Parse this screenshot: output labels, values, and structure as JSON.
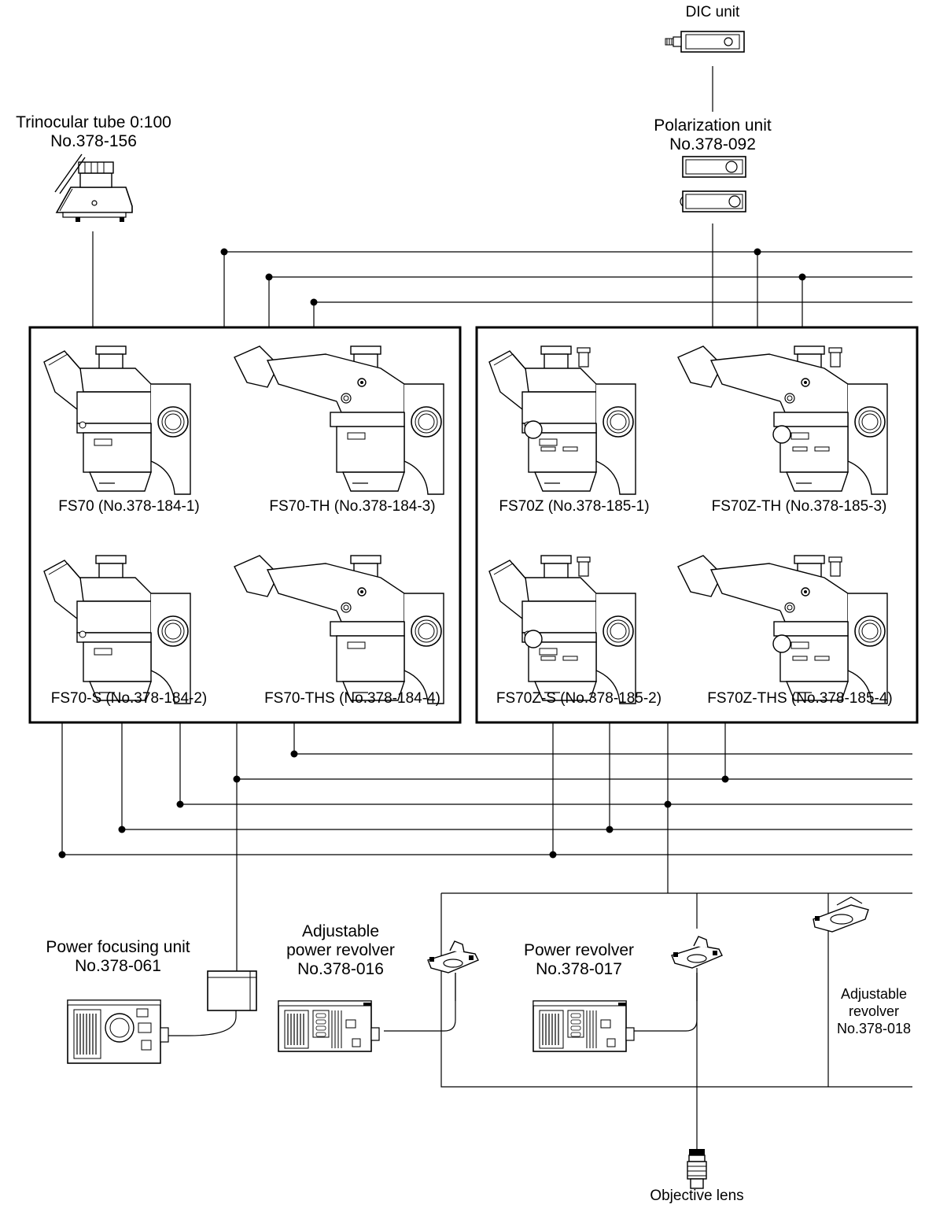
{
  "labels": {
    "dic": "DIC unit",
    "polarization_1": "Polarization unit",
    "polarization_2": "No.378-092",
    "trinocular_1": "Trinocular tube 0:100",
    "trinocular_2": "No.378-156",
    "fs70": "FS70 (No.378-184-1)",
    "fs70_th": "FS70-TH (No.378-184-3)",
    "fs70_s": "FS70-S (No.378-184-2)",
    "fs70_ths": "FS70-THS (No.378-184-4)",
    "fs70z": "FS70Z (No.378-185-1)",
    "fs70z_th": "FS70Z-TH (No.378-185-3)",
    "fs70z_s": "FS70Z-S (No.378-185-2)",
    "fs70z_ths": "FS70Z-THS (No.378-185-4)",
    "power_focusing_1": "Power focusing unit",
    "power_focusing_2": "No.378-061",
    "adj_power_revolver_1": "Adjustable",
    "adj_power_revolver_2": "power revolver",
    "adj_power_revolver_3": "No.378-016",
    "power_revolver_1": "Power revolver",
    "power_revolver_2": "No.378-017",
    "adj_revolver_1": "Adjustable",
    "adj_revolver_2": "revolver",
    "adj_revolver_3": "No.378-018",
    "objective": "Objective lens"
  }
}
